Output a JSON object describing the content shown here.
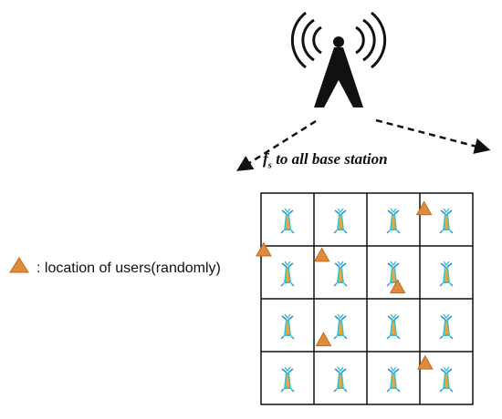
{
  "caption": {
    "prefix": "f",
    "subscript": "s",
    "suffix": " to all base station"
  },
  "legend": {
    "label": ": location of users(randomly)"
  },
  "grid": {
    "rows": 4,
    "cols": 4,
    "users": [
      {
        "row": 0,
        "col": 3,
        "fx": 0.08,
        "fy": 0.3
      },
      {
        "row": 1,
        "col": 0,
        "fx": 0.05,
        "fy": 0.08
      },
      {
        "row": 1,
        "col": 1,
        "fx": 0.15,
        "fy": 0.18
      },
      {
        "row": 1,
        "col": 2,
        "fx": 0.58,
        "fy": 0.78
      },
      {
        "row": 2,
        "col": 1,
        "fx": 0.18,
        "fy": 0.78
      },
      {
        "row": 3,
        "col": 3,
        "fx": 0.1,
        "fy": 0.22
      }
    ]
  },
  "colors": {
    "user_marker": "#e08a3c",
    "user_marker_stroke": "#c06a22",
    "antenna_blue": "#2a8fd6",
    "antenna_cyan": "#35c3c9",
    "antenna_orange": "#f2a23a",
    "tower": "#111111"
  },
  "icons": {
    "tower": "broadcast-tower-icon",
    "base_station": "base-station-icon",
    "user": "user-location-triangle-icon"
  }
}
